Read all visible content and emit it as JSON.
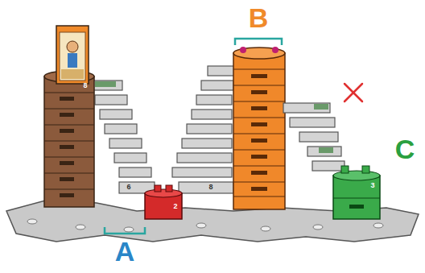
{
  "diagram": {
    "labels": [
      "A",
      "B",
      "C",
      "8",
      "6",
      "2",
      "8",
      "3"
    ]
  }
}
